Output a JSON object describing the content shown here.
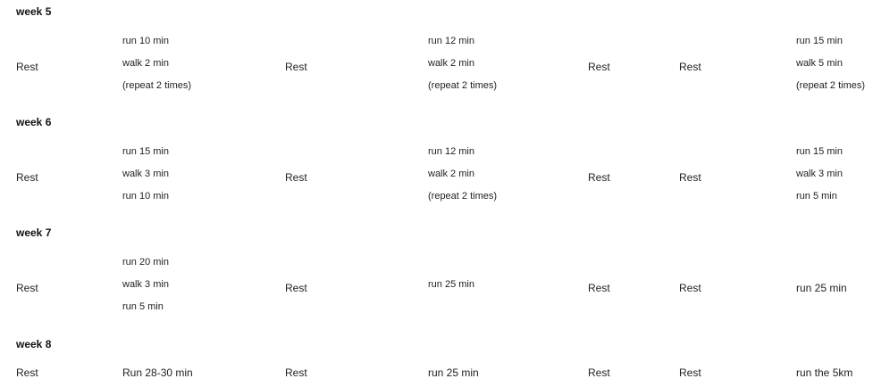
{
  "weeks": [
    {
      "title": "week 5",
      "rest_mon": "Rest",
      "tue": [
        "run 10 min",
        "walk 2 min",
        "(repeat 2 times)"
      ],
      "rest_wed": "Rest",
      "thu": [
        "run 12 min",
        "walk 2 min",
        "(repeat 2 times)"
      ],
      "rest_fri": "Rest",
      "rest_sat": "Rest",
      "sun": [
        "run 15 min",
        "walk 5 min",
        "(repeat 2 times)"
      ]
    },
    {
      "title": "week 6",
      "rest_mon": "Rest",
      "tue": [
        "run 15 min",
        "walk 3 min",
        "run 10 min"
      ],
      "rest_wed": "Rest",
      "thu": [
        "run 12 min",
        "walk 2 min",
        "(repeat 2 times)"
      ],
      "rest_fri": "Rest",
      "rest_sat": "Rest",
      "sun": [
        "run 15 min",
        "walk 3 min",
        "run 5 min"
      ]
    },
    {
      "title": "week 7",
      "rest_mon": "Rest",
      "tue": [
        "run 20 min",
        "walk 3 min",
        "run 5 min"
      ],
      "rest_wed": "Rest",
      "thu": [
        "run 25 min"
      ],
      "rest_fri": "Rest",
      "rest_sat": "Rest",
      "sun": [
        "run 25 min"
      ]
    },
    {
      "title": "week 8",
      "rest_mon": "Rest",
      "tue": [
        "Run 28-30 min"
      ],
      "rest_wed": "Rest",
      "thu": [
        "run 25 min"
      ],
      "rest_fri": "Rest",
      "rest_sat": "Rest",
      "sun": [
        "run the 5km"
      ]
    }
  ]
}
